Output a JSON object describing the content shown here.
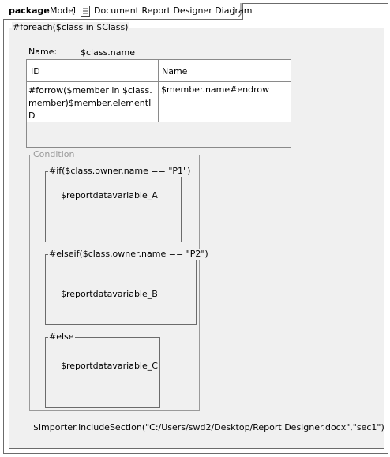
{
  "header": {
    "keyword": "package",
    "scope": "Model",
    "bracket_open": "[",
    "icon": "diagram-icon",
    "title": "Document Report Designer Diagram",
    "bracket_close": "]"
  },
  "foreach": {
    "label": "#foreach($class in $Class)"
  },
  "class_name": {
    "label": "Name:",
    "value": "$class.name"
  },
  "table": {
    "headers": [
      "ID",
      "Name"
    ],
    "row": [
      "#forrow($member in $class.member)$member.elementID",
      "$member.name#endrow"
    ]
  },
  "condition": {
    "label": "Condition",
    "branches": [
      {
        "label": "#if($class.owner.name == \"P1\")",
        "content": "$reportdatavariable_A"
      },
      {
        "label": "#elseif($class.owner.name == \"P2\")",
        "content": "$reportdatavariable_B"
      },
      {
        "label": "#else",
        "content": "$reportdatavariable_C"
      }
    ]
  },
  "importer": {
    "text": "$importer.includeSection(\"C:/Users/swd2/Desktop/Report Designer.docx\",\"sec1\")"
  },
  "colors": {
    "frame_border": "#6b6b6b",
    "fill": "#f0f0f0",
    "background": "#ffffff"
  }
}
